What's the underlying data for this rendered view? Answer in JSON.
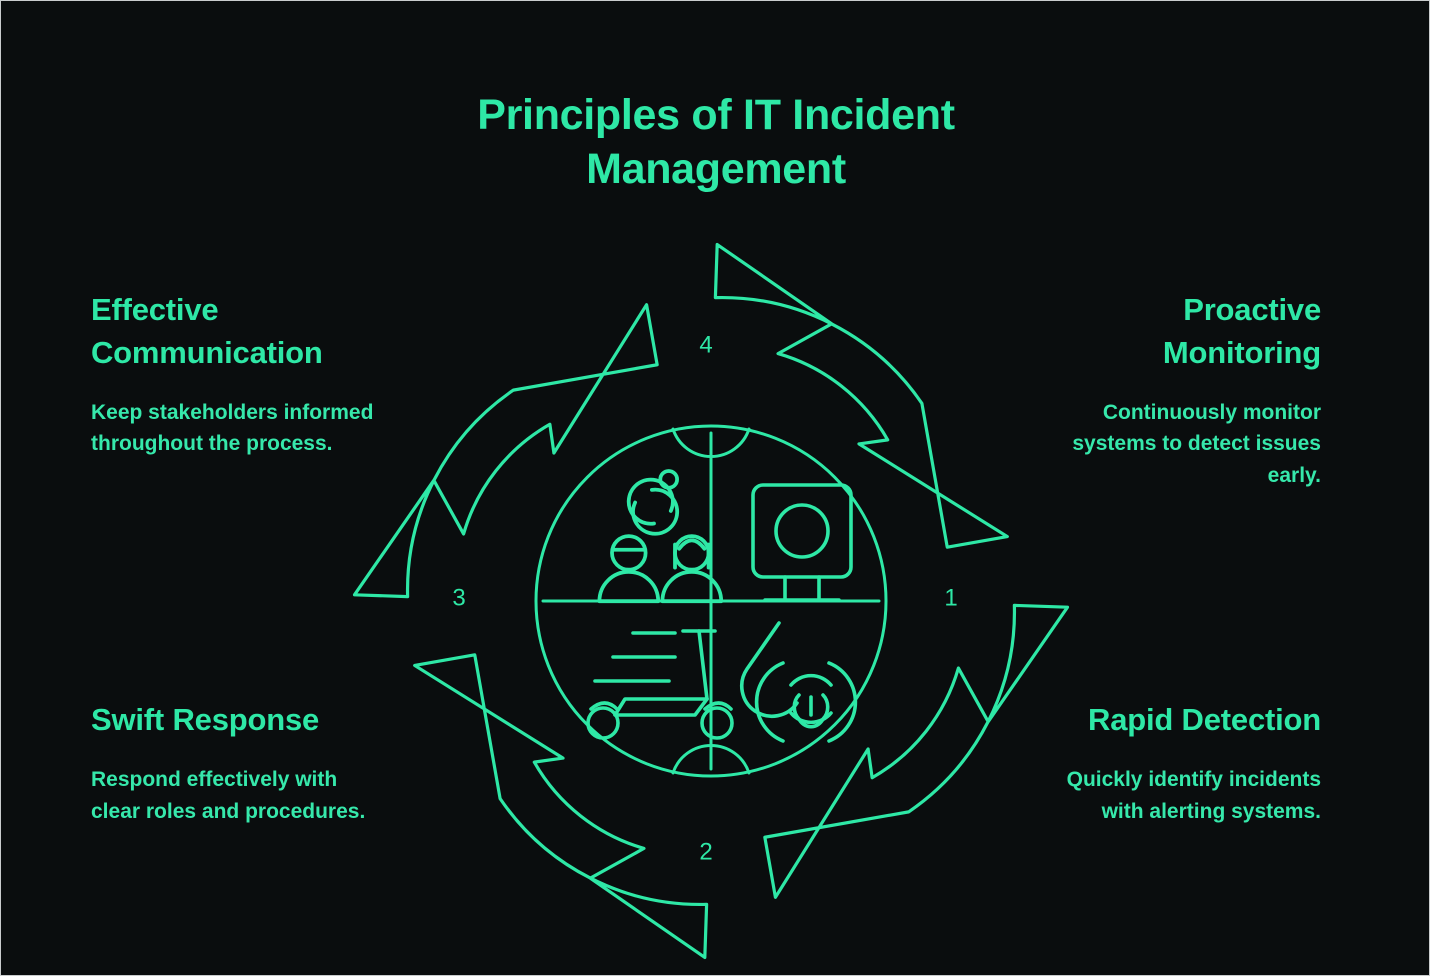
{
  "theme": {
    "background": "#0a0d0e",
    "accent": "#2ee8a6",
    "border": "#c9cccd"
  },
  "header": {
    "title": "Principles of IT Incident Management"
  },
  "principles": [
    {
      "step": "1",
      "title": "Proactive Monitoring",
      "description": "Continuously monitor systems to detect issues early.",
      "icon": "monitor-screen-icon",
      "position": "right",
      "quadrant": "top-right"
    },
    {
      "step": "2",
      "title": "Rapid Detection",
      "description": "Quickly identify incidents with alerting systems.",
      "icon": "droplet-sensor-icon",
      "position": "bottom-right",
      "quadrant": "bottom-right"
    },
    {
      "step": "3",
      "title": "Swift Response",
      "description": "Respond effectively with clear roles and procedures.",
      "icon": "fast-scooter-icon",
      "position": "left",
      "quadrant": "bottom-left"
    },
    {
      "step": "4",
      "title": "Effective Communication",
      "description": "Keep stakeholders informed throughout the process.",
      "icon": "people-communication-icon",
      "position": "top-left",
      "quadrant": "top-left"
    }
  ],
  "diagram": {
    "type": "cycle",
    "step_numbers": [
      "1",
      "2",
      "3",
      "4"
    ],
    "arrow_count": 4,
    "direction": "clockwise"
  }
}
